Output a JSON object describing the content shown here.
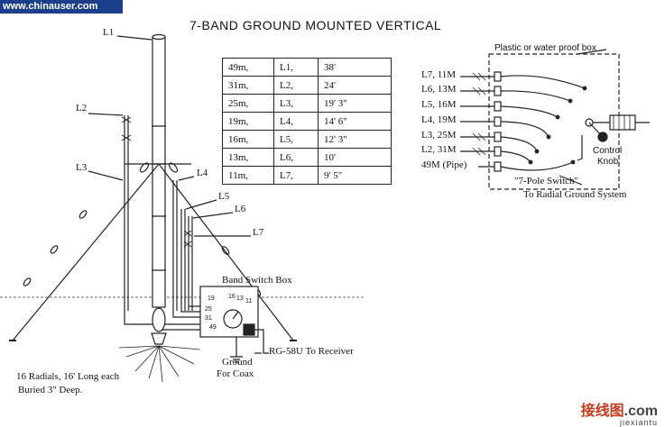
{
  "watermark_top": "www.chinauser.com",
  "title": "7-BAND GROUND MOUNTED VERTICAL",
  "band_table": [
    [
      "49m,",
      "L1,",
      "38'"
    ],
    [
      "31m,",
      "L2,",
      "24'"
    ],
    [
      "25m,",
      "L3,",
      "19' 3\""
    ],
    [
      "19m,",
      "L4,",
      "14' 6\""
    ],
    [
      "16m,",
      "L5,",
      "12' 3\""
    ],
    [
      "13m,",
      "L6,",
      "10'"
    ],
    [
      "11m,",
      "L7,",
      "9' 5\""
    ]
  ],
  "element_labels": {
    "l1": "L1",
    "l2": "L2",
    "l3": "L3",
    "l4": "L4",
    "l5": "L5",
    "l6": "L6",
    "l7": "L7"
  },
  "band_switch_box_label": "Band Switch Box",
  "switch_face": [
    "19",
    "16",
    "13",
    "11",
    "25",
    "31",
    "49"
  ],
  "coax_label": "RG-58U To Receiver",
  "ground_label_1": "Ground",
  "ground_label_2": "For Coax",
  "radials_line1": "16 Radials, 16' Long each",
  "radials_line2": "Buried 3\" Deep.",
  "box_label": "Plastic or water proof box",
  "switch_terminals": [
    "L7, 11M",
    "L6, 13M",
    "L5, 16M",
    "L4, 19M",
    "L3, 25M",
    "L2, 31M",
    "49M (Pipe)"
  ],
  "control_knob_1": "Control",
  "control_knob_2": "Knob",
  "pole_switch_label": "\"7-Pole Switch\"",
  "radial_ground_label": "To Radial Ground System",
  "watermark_cn": "接线图",
  "watermark_com": ".com",
  "watermark_sub": "jiexiantu"
}
